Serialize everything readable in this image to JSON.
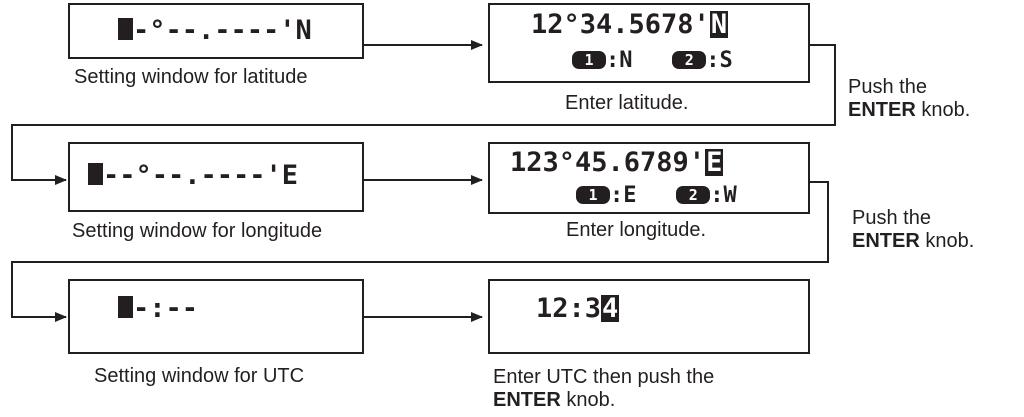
{
  "row1": {
    "setting_display": "-°--.----'N",
    "setting_caption": "Setting window for latitude",
    "enter_display": "12°34.5678'",
    "enter_cursor_char": "N",
    "key1_label": "1",
    "key1_value": ":N",
    "key2_label": "2",
    "key2_value": ":S",
    "enter_caption": "Enter latitude.",
    "push_line1": "Push the",
    "push_bold": "ENTER",
    "push_rest": " knob."
  },
  "row2": {
    "setting_display": "--°--.----'E",
    "setting_caption": "Setting window for longitude",
    "enter_display": "123°45.6789'",
    "enter_cursor_char": "E",
    "key1_label": "1",
    "key1_value": ":E",
    "key2_label": "2",
    "key2_value": ":W",
    "enter_caption": "Enter longitude.",
    "push_line1": "Push the",
    "push_bold": "ENTER",
    "push_rest": " knob."
  },
  "row3": {
    "setting_display": "-:--",
    "setting_caption": "Setting window for UTC",
    "enter_display": "12:3",
    "enter_cursor_char": "4",
    "enter_caption_line1": "Enter UTC then push the",
    "enter_caption_bold": "ENTER",
    "enter_caption_rest": " knob."
  },
  "colors": {
    "ink": "#231f20",
    "background": "#ffffff"
  }
}
